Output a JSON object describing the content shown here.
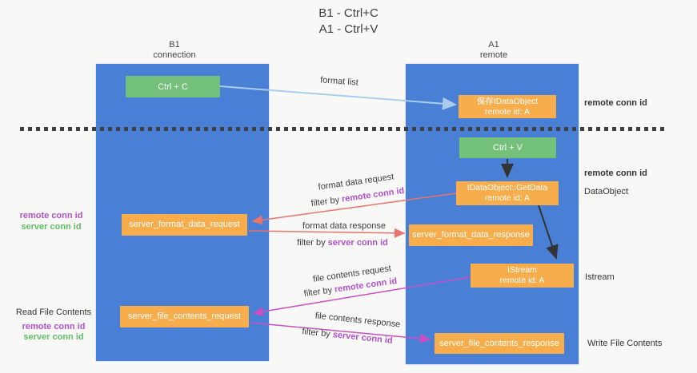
{
  "title": {
    "line1": "B1 - Ctrl+C",
    "line2": "A1 - Ctrl+V"
  },
  "columns": {
    "left": {
      "name": "B1",
      "subtitle": "connection"
    },
    "right": {
      "name": "A1",
      "subtitle": "remote"
    }
  },
  "boxes": {
    "ctrl_c": "Ctrl + C",
    "ctrl_v": "Ctrl + V",
    "save_idataobject": {
      "line1": "保存IDataObject",
      "line2": "remote id: A"
    },
    "getdata": {
      "line1": "IDataObject::GetData",
      "line2": "remote id: A"
    },
    "istream": {
      "line1": "IStream",
      "line2": "remote id: A"
    },
    "format_request": "server_format_data_request",
    "format_response": "server_format_data_response",
    "file_request": "server_file_contents_request",
    "file_response": "server_file_contents_response"
  },
  "flow_labels": {
    "format_list": "format list",
    "format_data_request": "format data request",
    "format_data_response": "format data response",
    "file_contents_request": "file contents request",
    "file_contents_response": "file contents response",
    "filter_by": "filter by ",
    "remote_conn_id": "remote conn id",
    "server_conn_id": "server conn id"
  },
  "side_labels": {
    "remote_conn_id_top": "remote conn id",
    "remote_conn_id_mid": "remote conn id",
    "dataobject": "DataObject",
    "istream": "Istream",
    "write_file_contents": "Write File Contents",
    "read_file_contents": "Read File Contents",
    "left_remote_conn_id": "remote conn id",
    "left_server_conn_id": "server conn id"
  },
  "colors": {
    "panel_blue": "#4a7fd6",
    "box_green": "#74c17b",
    "box_orange": "#f7ad4b",
    "arrow_light_blue": "#a8cdec",
    "arrow_red": "#e8746c",
    "arrow_magenta": "#ca4fc4",
    "arrow_black": "#333333",
    "text_purple": "#b152cd",
    "text_green": "#5fbf63",
    "background": "#f8f8f7"
  }
}
